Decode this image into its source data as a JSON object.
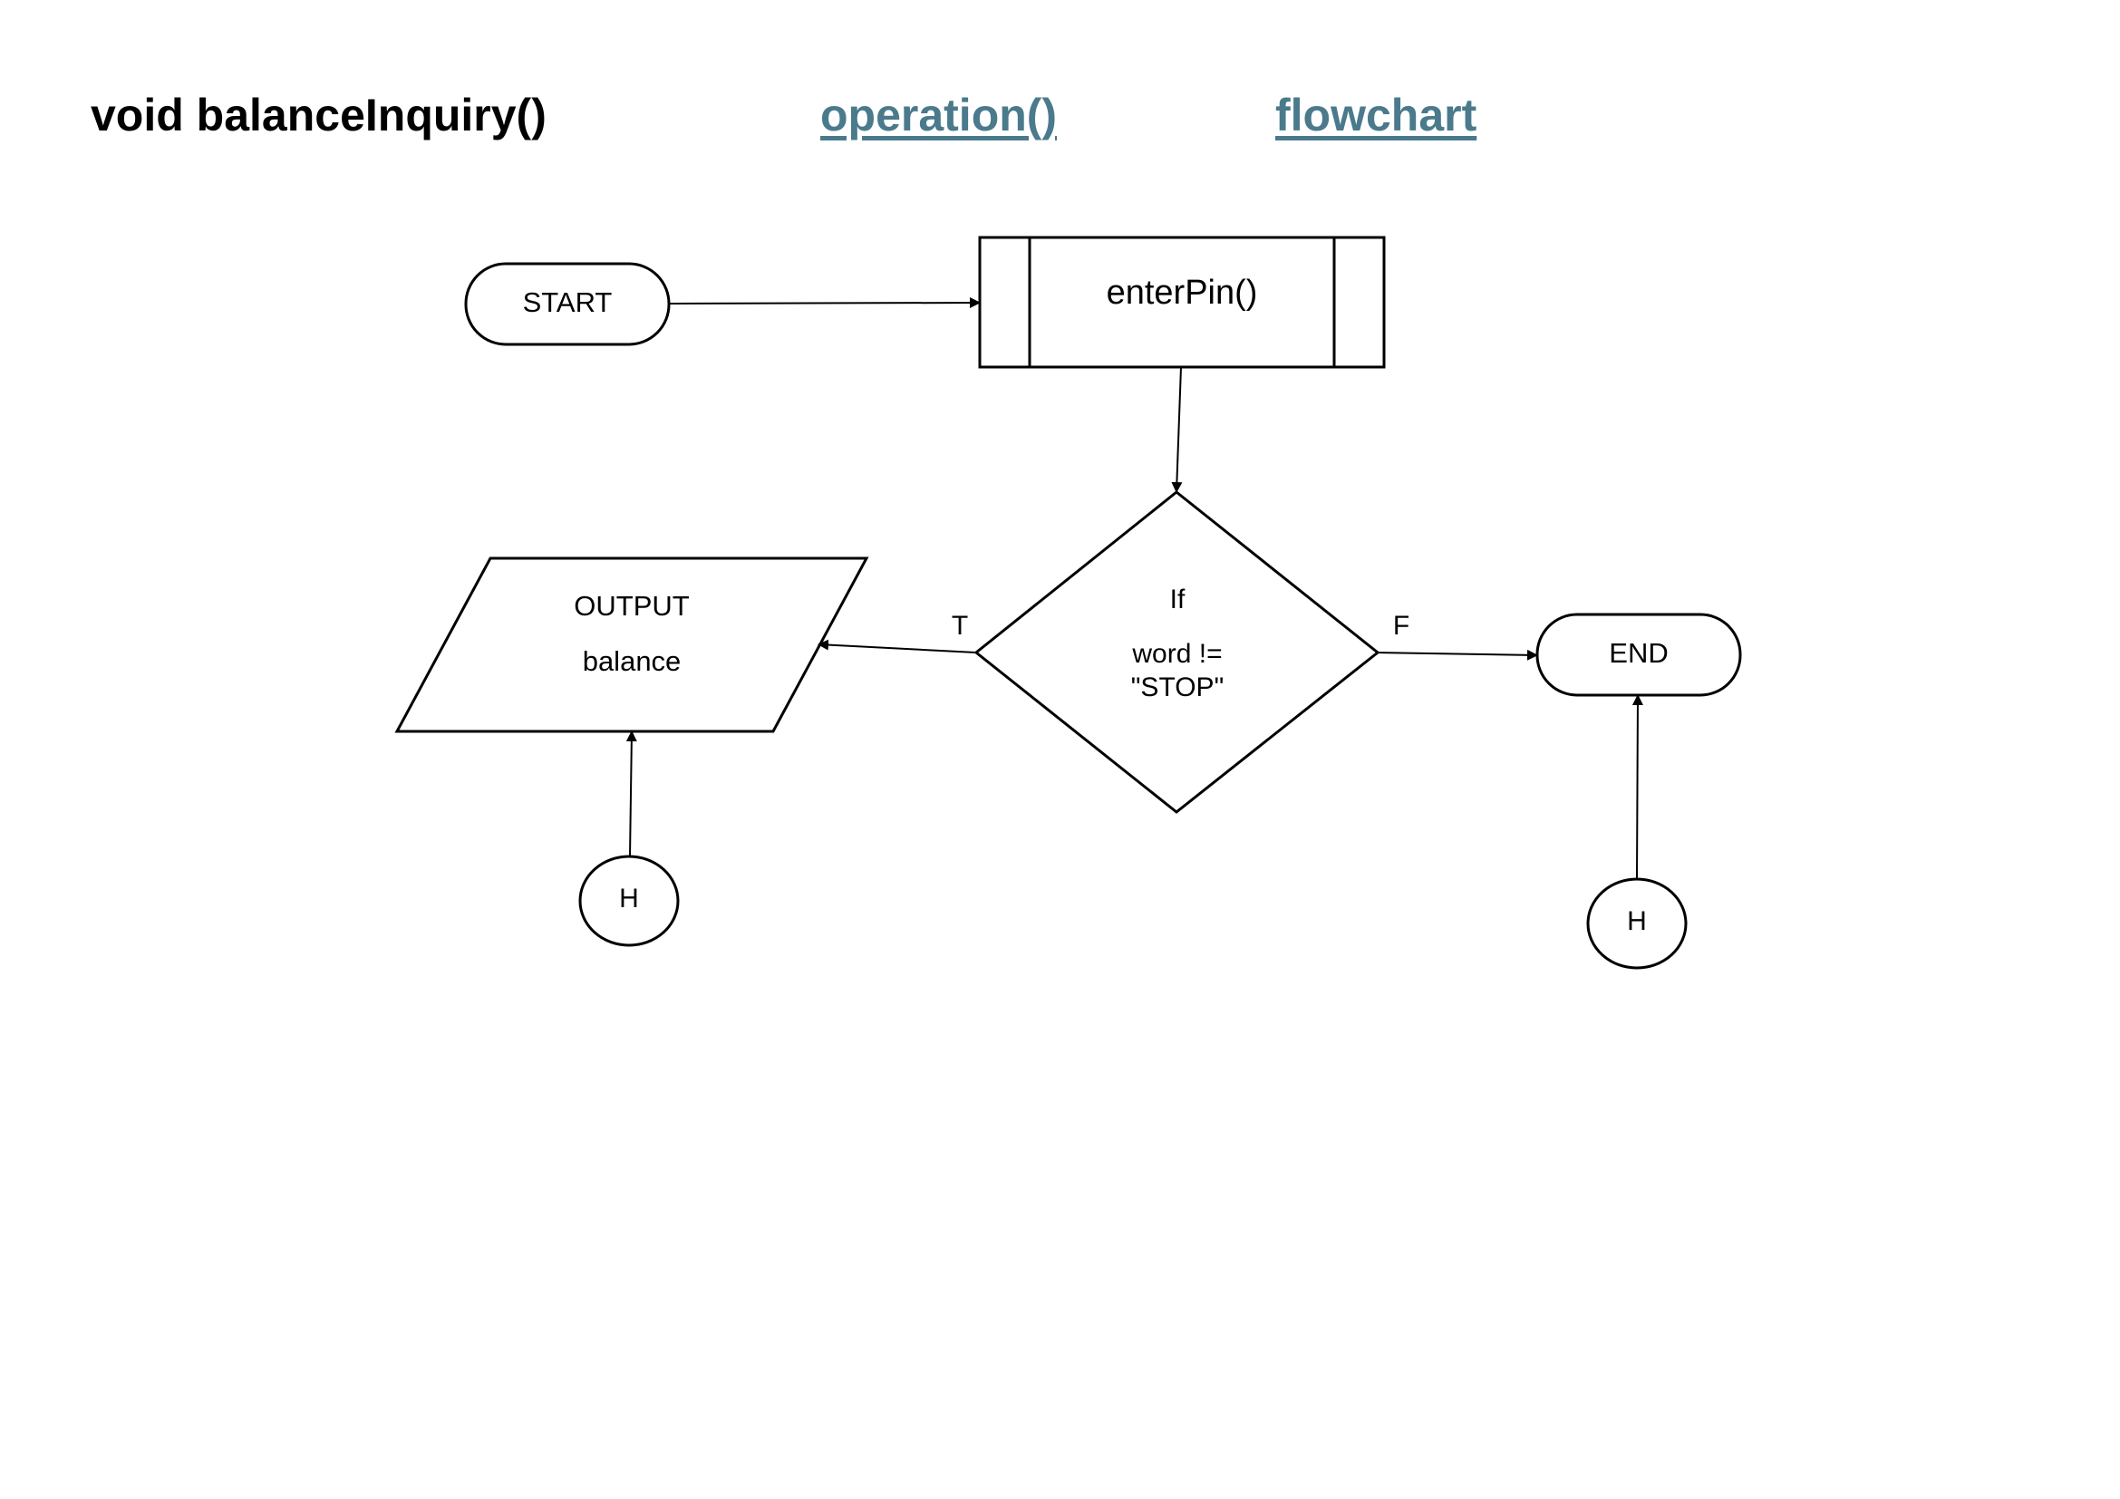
{
  "header": {
    "title": "void balanceInquiry()",
    "links": [
      {
        "label": "operation()"
      },
      {
        "label": "flowchart"
      }
    ]
  },
  "diagram": {
    "start_label": "START",
    "subroutine_label": "enterPin()",
    "decision": {
      "line1": "If",
      "line2": "word !=",
      "line3": "\"STOP\""
    },
    "output": {
      "line1": "OUTPUT",
      "line2": "balance"
    },
    "end_label": "END",
    "true_label": "T",
    "false_label": "F",
    "connectors": [
      {
        "label": "H"
      },
      {
        "label": "H"
      }
    ]
  },
  "colors": {
    "link": "#4a7a8c",
    "stroke": "#000000"
  }
}
